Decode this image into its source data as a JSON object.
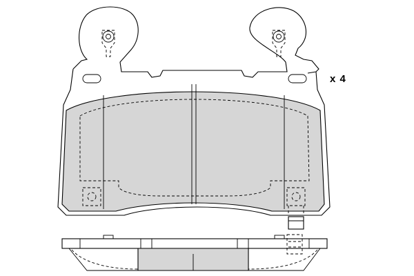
{
  "quantity_label": "x 4",
  "colors": {
    "background": "#ffffff",
    "line": "#000000",
    "friction_material": "#d6d6d6"
  },
  "views": {
    "front": "brake-pad-front-view",
    "bottom": "brake-pad-edge-view"
  }
}
